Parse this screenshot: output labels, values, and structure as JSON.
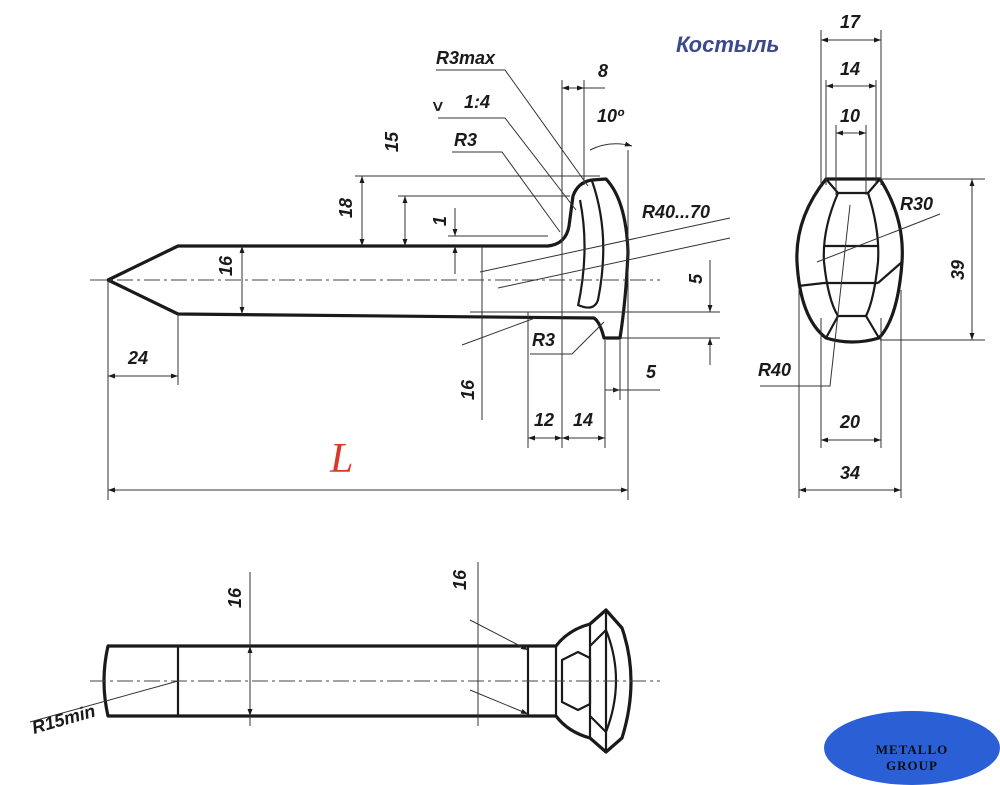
{
  "title": "Костыль",
  "length_label": "L",
  "colors": {
    "title": "#3b4a8c",
    "length_label": "#d8392b",
    "logo_fill": "#2a5fd6",
    "logo_text": "#0d0d0d"
  },
  "side_view": {
    "r3max": "R3max",
    "taper": "1:4",
    "r3_upper": "R3",
    "d8": "8",
    "d10deg": "10º",
    "d15": "15",
    "d18": "18",
    "d1": "1",
    "r40_70": "R40...70",
    "d16_shank": "16",
    "d5_right": "5",
    "d24": "24",
    "r3_lower": "R3",
    "d16_low": "16",
    "d5_low": "5",
    "d12": "12",
    "d14": "14"
  },
  "end_view": {
    "d17": "17",
    "d14": "14",
    "d10": "10",
    "r30": "R30",
    "d39": "39",
    "r40": "R40",
    "d20": "20",
    "d34": "34"
  },
  "top_view": {
    "d16_left": "16",
    "d16_right": "16",
    "r15min": "R15min"
  },
  "logo": {
    "line1": "METALLO",
    "line2": "GROUP"
  }
}
